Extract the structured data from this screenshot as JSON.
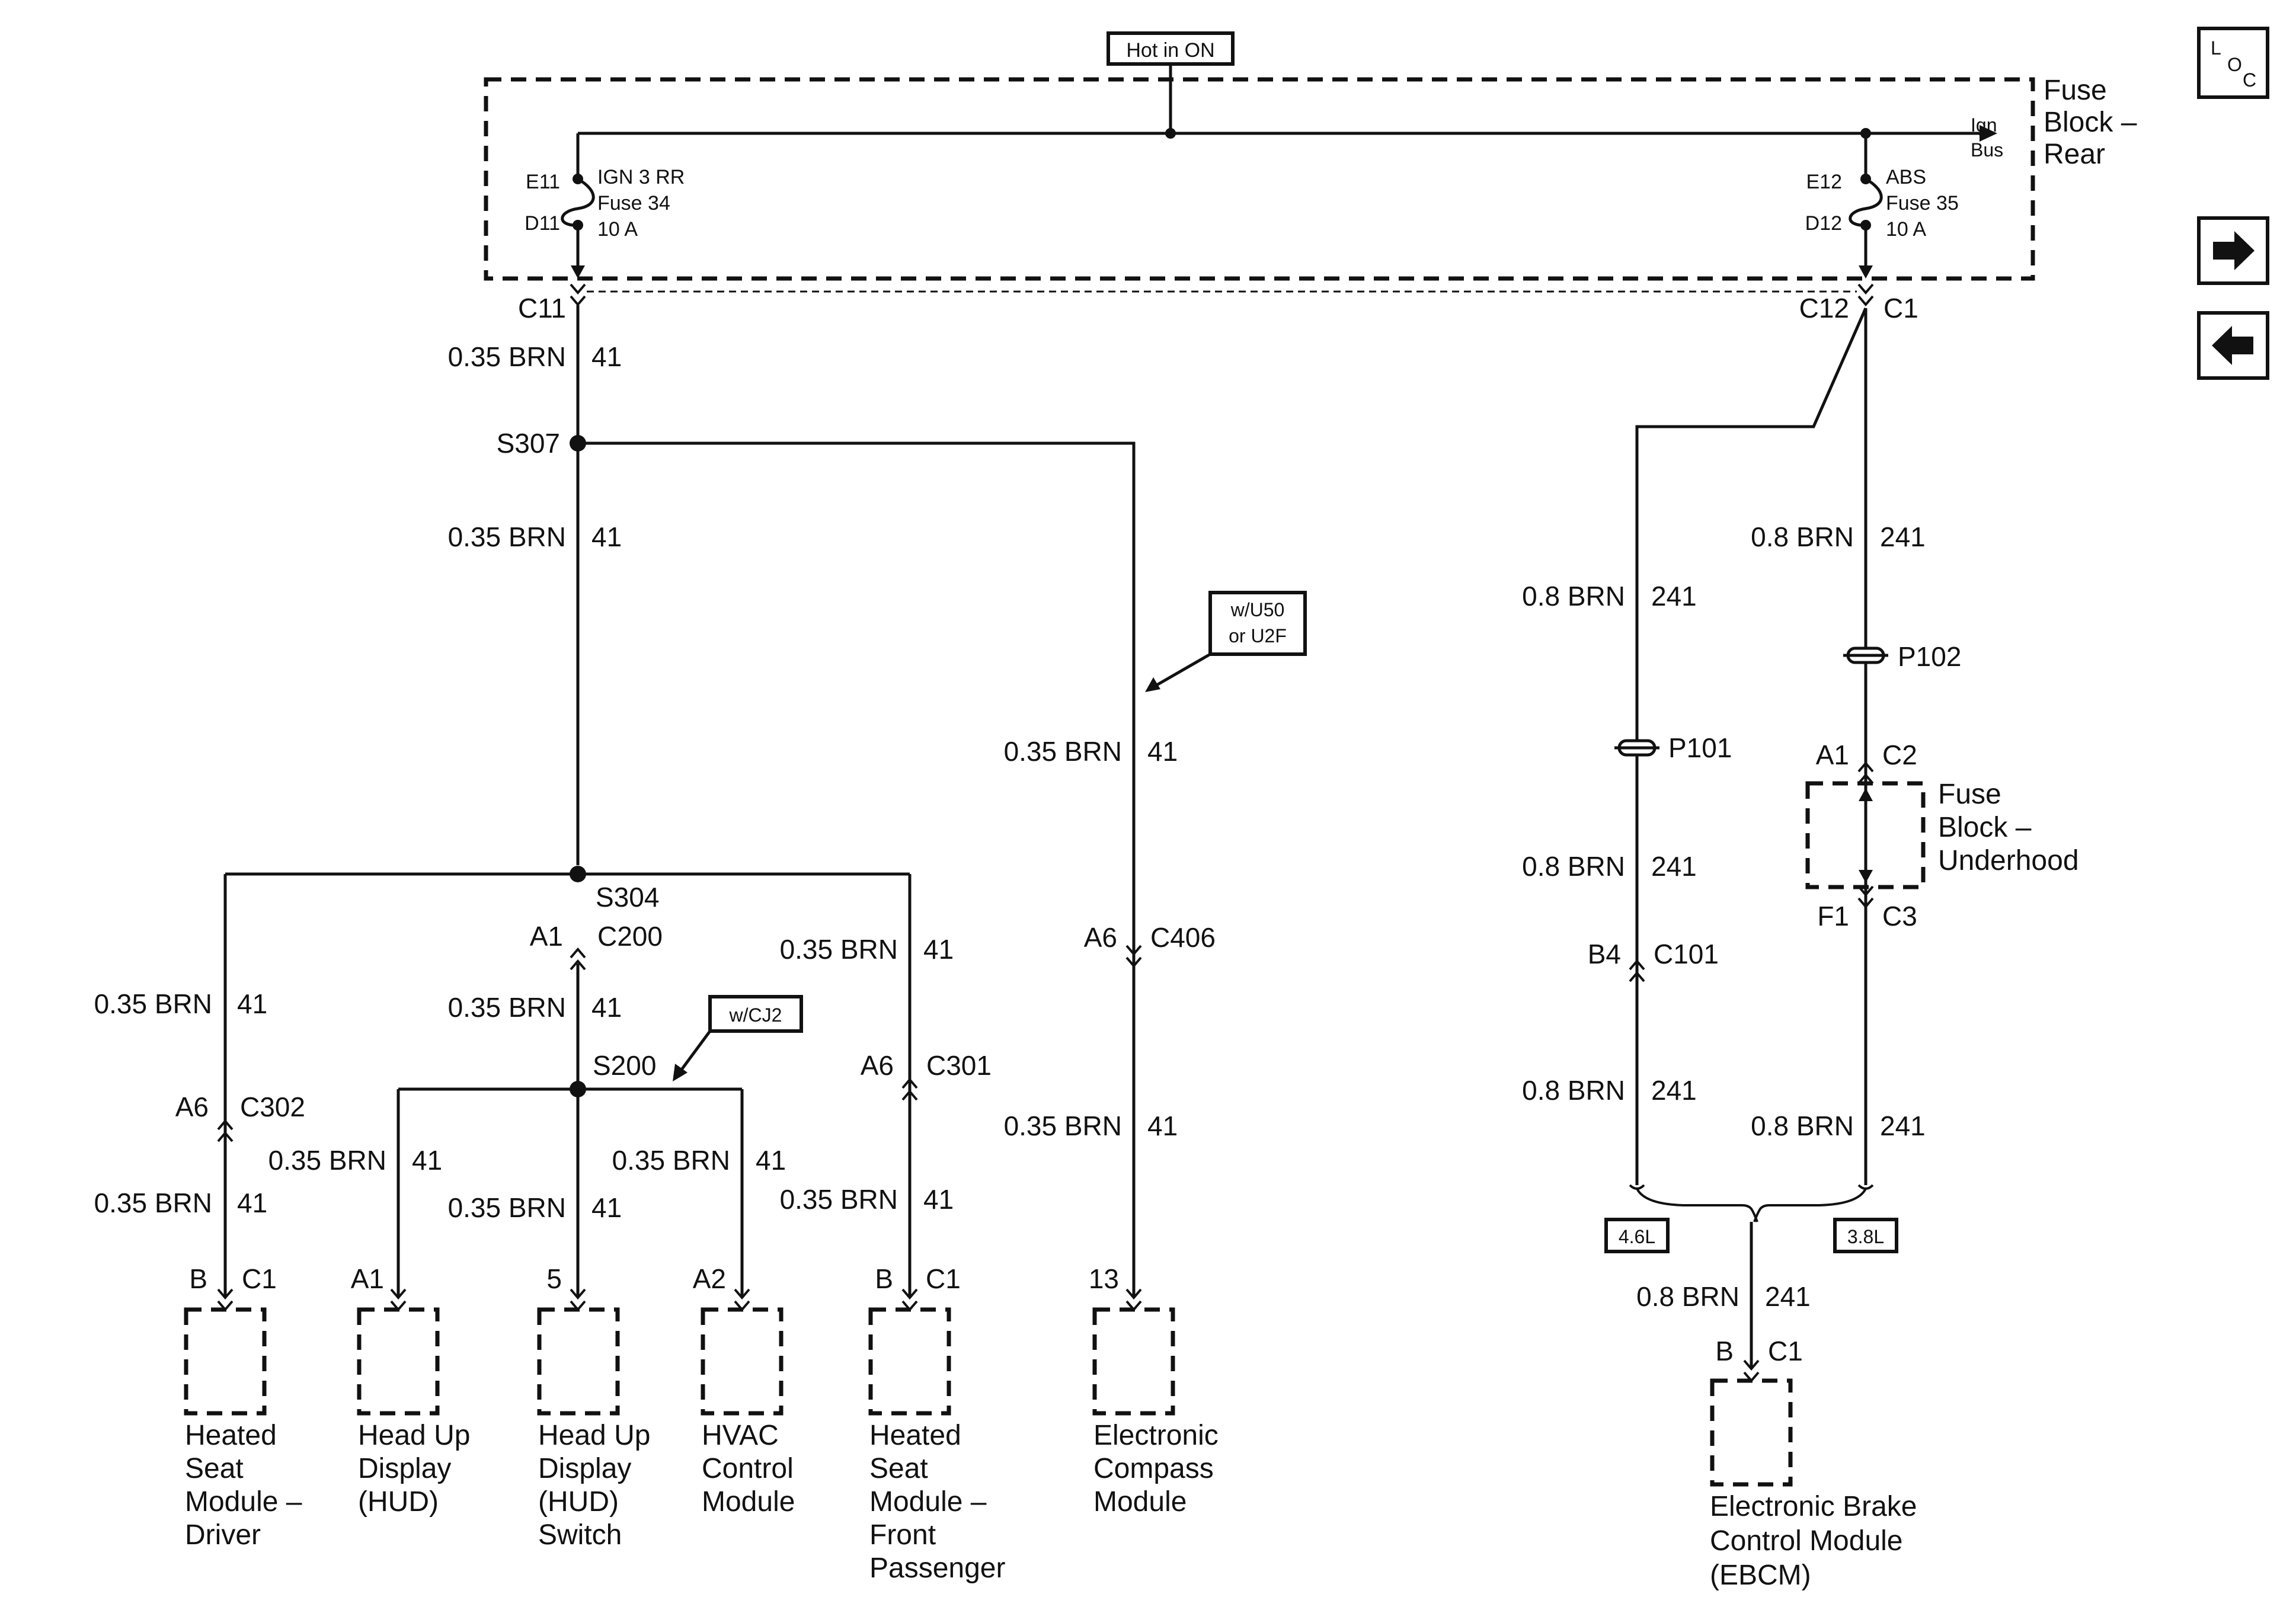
{
  "top_label": "Hot in ON",
  "fuse_block_rear": {
    "line1": "Fuse",
    "line2": "Block –",
    "line3": "Rear"
  },
  "ign_bus": {
    "line1": "Ign",
    "line2": "Bus"
  },
  "fuse34": {
    "top_pin": "E11",
    "bottom_pin": "D11",
    "name": "IGN 3 RR",
    "fuse": "Fuse 34",
    "rating": "10 A"
  },
  "fuse35": {
    "top_pin": "E12",
    "bottom_pin": "D12",
    "name": "ABS",
    "fuse": "Fuse 35",
    "rating": "10 A"
  },
  "connectors": {
    "c11": "C11",
    "c12": "C12",
    "c1": "C1",
    "s307": "S307",
    "s304": "S304",
    "s200": "S200",
    "c200_pin": "A1",
    "c200": "C200",
    "c302_pin": "A6",
    "c302": "C302",
    "c301_pin": "A6",
    "c301": "C301",
    "c406_pin": "A6",
    "c406": "C406",
    "p101": "P101",
    "p102": "P102",
    "c2_pin": "A1",
    "c2": "C2",
    "c3_pin": "F1",
    "c3": "C3",
    "c101_pin": "B4",
    "c101": "C101"
  },
  "wires": {
    "w035": "0.35 BRN",
    "c41": "41",
    "w08": "0.8 BRN",
    "c241": "241"
  },
  "options": {
    "u50": {
      "line1": "w/U50",
      "line2": "or U2F"
    },
    "cj2": "w/CJ2",
    "l46": "4.6L",
    "l38": "3.8L"
  },
  "fuse_block_underhood": {
    "line1": "Fuse",
    "line2": "Block –",
    "line3": "Underhood"
  },
  "modules": {
    "driver": {
      "pin": "B",
      "conn": "C1",
      "l1": "Heated",
      "l2": "Seat",
      "l3": "Module –",
      "l4": "Driver"
    },
    "hud": {
      "pin": "A1",
      "l1": "Head Up",
      "l2": "Display",
      "l3": "(HUD)"
    },
    "hud_switch": {
      "pin": "5",
      "l1": "Head Up",
      "l2": "Display",
      "l3": "(HUD)",
      "l4": "Switch"
    },
    "hvac": {
      "pin": "A2",
      "l1": "HVAC",
      "l2": "Control",
      "l3": "Module"
    },
    "passenger": {
      "pin": "B",
      "conn": "C1",
      "l1": "Heated",
      "l2": "Seat",
      "l3": "Module –",
      "l4": "Front",
      "l5": "Passenger"
    },
    "compass": {
      "pin": "13",
      "l1": "Electronic",
      "l2": "Compass",
      "l3": "Module"
    },
    "ebcm": {
      "pin": "B",
      "conn": "C1",
      "l1": "Electronic Brake",
      "l2": "Control Module",
      "l3": "(EBCM)"
    }
  },
  "nav": {
    "loc_l": "L",
    "loc_o": "O",
    "loc_c": "C",
    "next_icon": "arrow-right-icon",
    "prev_icon": "arrow-left-icon"
  }
}
